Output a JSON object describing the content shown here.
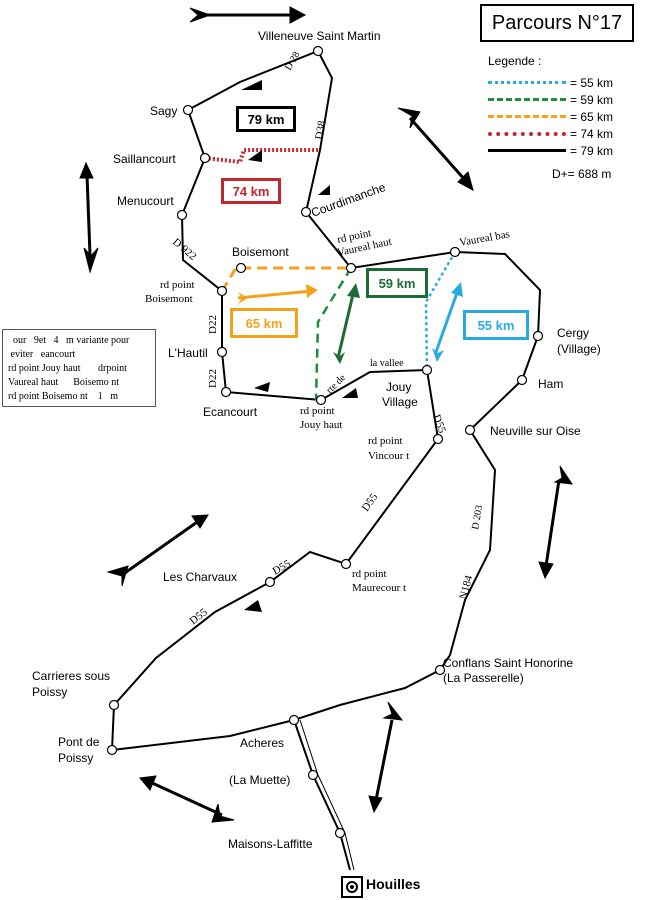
{
  "title": "Parcours N°17",
  "legend": {
    "heading": "Legende :",
    "items": [
      {
        "label": "= 55 km",
        "color": "#29abe2",
        "style": "dotted"
      },
      {
        "label": "= 59 km",
        "color": "#1e8c3c",
        "style": "dashed"
      },
      {
        "label": "= 65 km",
        "color": "#f2a31b",
        "style": "dashed"
      },
      {
        "label": "= 74 km",
        "color": "#c1272d",
        "style": "dotted-thick"
      },
      {
        "label": "= 79 km",
        "color": "#000000",
        "style": "solid"
      }
    ],
    "elevation": "D+= 688 m"
  },
  "distance_boxes": [
    {
      "label": "79 km",
      "color": "#000000"
    },
    {
      "label": "74 km",
      "color": "#c1272d"
    },
    {
      "label": "65 km",
      "color": "#f2a31b"
    },
    {
      "label": "59 km",
      "color": "#1e6b35"
    },
    {
      "label": "55 km",
      "color": "#29abe2"
    }
  ],
  "note_lines": [
    "  our   9et   4   m variante pour",
    " eviter   eancourt",
    "rd point Jouy haut       drpoint",
    "Vaureal haut      Boisemo nt",
    "rd point Boisemo nt    1   m"
  ],
  "places": {
    "villeneuve": "Villeneuve Saint Martin",
    "sagy": "Sagy",
    "saillancourt": "Saillancourt",
    "menucourt": "Menucourt",
    "courdimanche": "Courdimanche",
    "rdpoint_vaureal_haut_1": "rd point",
    "rdpoint_vaureal_haut_2": "Vaureal haut",
    "vaureal_bas": "Vaureal bas",
    "boisemont": "Boisemont",
    "rdpoint_boisemont_1": "rd point",
    "rdpoint_boisemont_2": "Boisemont",
    "lhautil": "L'Hautil",
    "ecancourt": "Ecancourt",
    "rdpoint_jouy_haut_1": "rd point",
    "rdpoint_jouy_haut_2": "Jouy haut",
    "jouy_village_1": "Jouy",
    "jouy_village_2": "Village",
    "la_vallee": "la vallee",
    "rte_de": "rte de",
    "cergy_1": "Cergy",
    "cergy_2": "(Village)",
    "ham": "Ham",
    "neuville": "Neuville sur Oise",
    "rdpoint_vincourt_1": "rd point",
    "rdpoint_vincourt_2": "Vincour t",
    "rdpoint_maurecourt_1": "rd point",
    "rdpoint_maurecourt_2": "Maurecour  t",
    "les_charvaux": "Les Charvaux",
    "conflans_1": "Conflans Saint Honorine",
    "conflans_2": "(La Passerelle)",
    "carrieres_1": "Carrieres sous",
    "carrieres_2": "Poissy",
    "pont_1": "Pont de",
    "pont_2": "Poissy",
    "acheres": "Acheres",
    "la_muette": "(La Muette)",
    "maisons": "Maisons-Laffitte",
    "houilles": "Houilles"
  },
  "roads": {
    "d28": "D 28",
    "d38": "D38",
    "d922": "D 922",
    "d22a": "D22",
    "d22b": "D22",
    "d55a": "D55",
    "d55b": "D55",
    "d55c": "D55",
    "d55d": "D55",
    "d203": "D 203",
    "n184": "N184"
  }
}
